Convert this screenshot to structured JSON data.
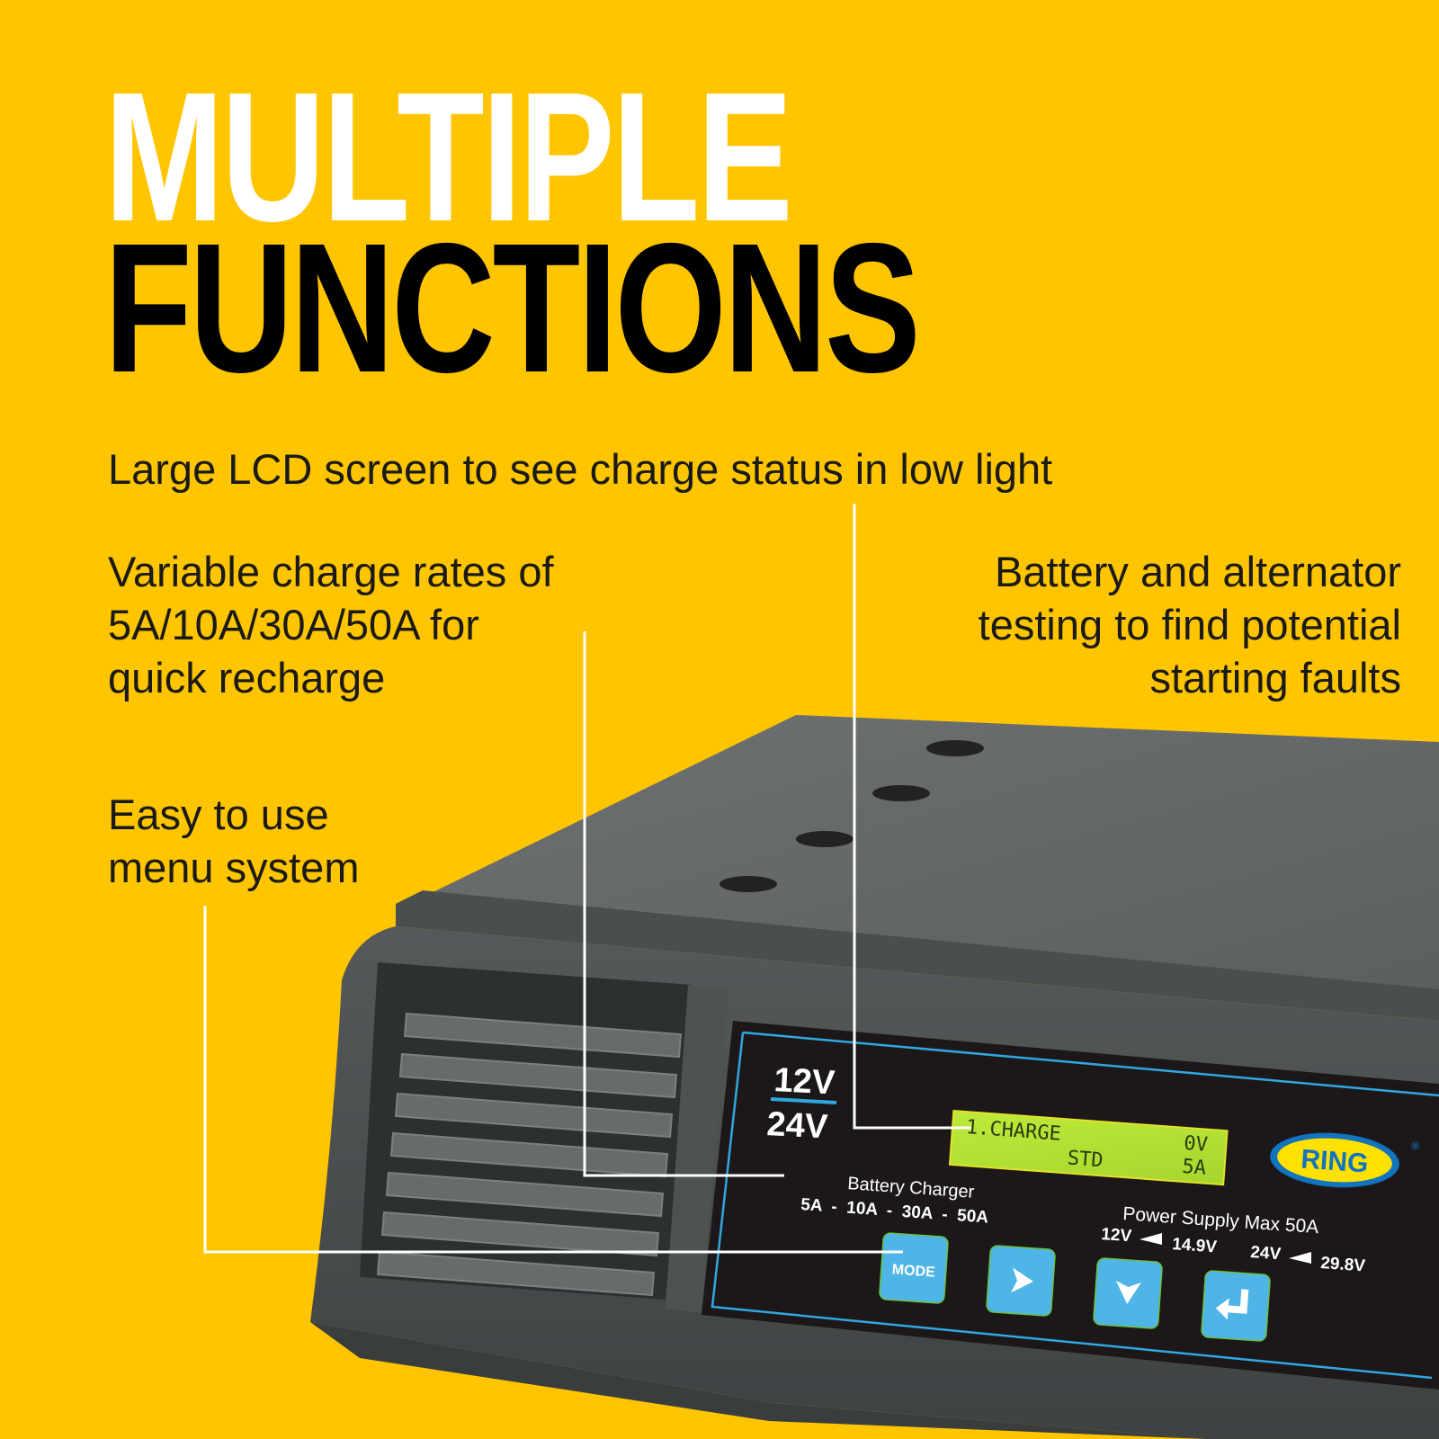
{
  "headline": {
    "line1": "MULTIPLE",
    "line2": "FUNCTIONS"
  },
  "features": {
    "lcd": {
      "lines": [
        "Large LCD screen to see charge status in low light"
      ]
    },
    "rates": {
      "lines": [
        "Variable charge rates of",
        "5A/10A/30A/50A for",
        "quick recharge"
      ]
    },
    "testing": {
      "lines": [
        "Battery and alternator",
        "testing to find potential",
        "starting faults"
      ]
    },
    "menu": {
      "lines": [
        "Easy to use",
        "menu system"
      ]
    }
  },
  "device": {
    "voltage_top": "12V",
    "voltage_bottom": "24V",
    "lcd": {
      "row1_left": "1.CHARGE",
      "row1_right": "0V",
      "row2_mid": "STD",
      "row2_right": "5A"
    },
    "battery_charger": {
      "title": "Battery Charger",
      "rates": "5A  -  10A  -  30A  -  50A"
    },
    "power_supply": {
      "title": "Power Supply Max 50A",
      "range_12v_from": "12V",
      "range_12v_to": "14.9V",
      "range_24v_from": "24V",
      "range_24v_to": "29.8V"
    },
    "buttons": {
      "mode": "MODE",
      "right_icon": "chevron-right-icon",
      "down_icon": "chevron-down-icon",
      "enter_icon": "enter-return-icon"
    },
    "brand": {
      "logo": "RING",
      "registered": "®"
    }
  },
  "colors": {
    "background": "#FFC500",
    "headline_top": "#FFFFFF",
    "headline_bottom": "#000000",
    "body_text": "#1A1A1A",
    "device_body": "#5E6263",
    "panel": "#1C1819",
    "panel_border": "#2FA8E0",
    "lcd": "#B5E336",
    "button": "#4FB5E6",
    "logo_blue": "#1273BE",
    "logo_yellow": "#FFE100",
    "leader_line": "#FFFFFF"
  }
}
